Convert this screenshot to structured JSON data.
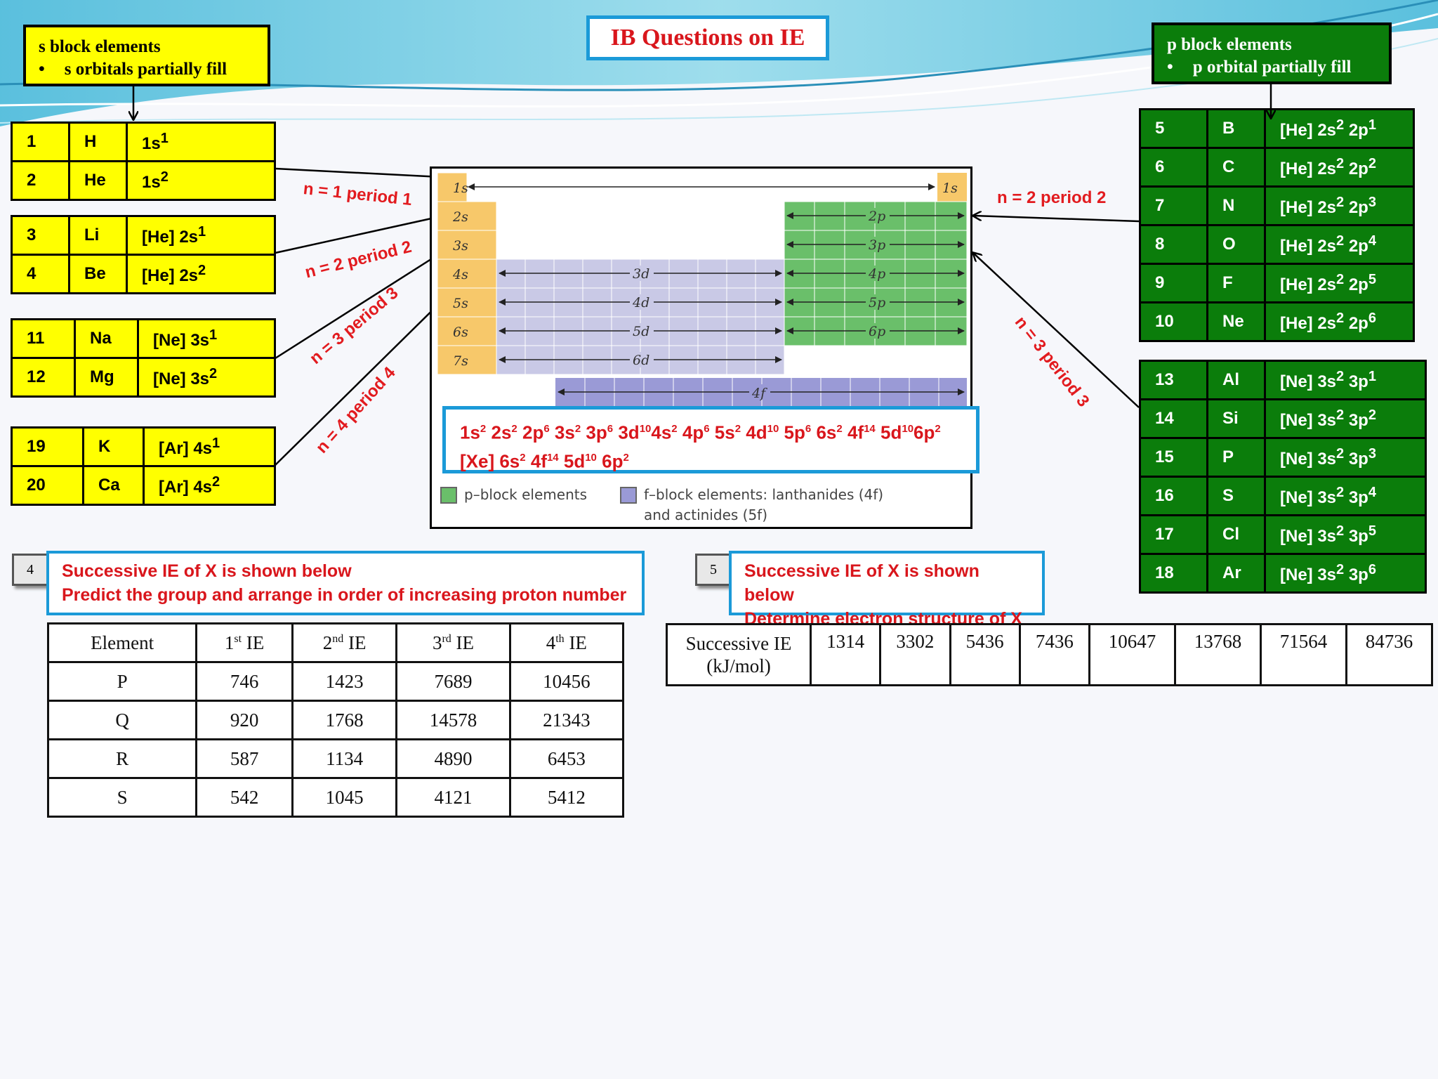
{
  "title": "IB Questions on IE",
  "s_block": {
    "title": "s block elements",
    "bullet": "s orbitals partially fill",
    "groups": [
      [
        {
          "z": "1",
          "sym": "H",
          "cfg": "1s",
          "sup": "1"
        },
        {
          "z": "2",
          "sym": "He",
          "cfg": "1s",
          "sup": "2"
        }
      ],
      [
        {
          "z": "3",
          "sym": "Li",
          "cfg": "[He] 2s",
          "sup": "1"
        },
        {
          "z": "4",
          "sym": "Be",
          "cfg": "[He] 2s",
          "sup": "2"
        }
      ],
      [
        {
          "z": "11",
          "sym": "Na",
          "cfg": "[Ne] 3s",
          "sup": "1"
        },
        {
          "z": "12",
          "sym": "Mg",
          "cfg": "[Ne] 3s",
          "sup": "2"
        }
      ],
      [
        {
          "z": "19",
          "sym": "K",
          "cfg": "[Ar]  4s",
          "sup": "1"
        },
        {
          "z": "20",
          "sym": "Ca",
          "cfg": "[Ar]  4s",
          "sup": "2"
        }
      ]
    ]
  },
  "p_block": {
    "title": "p block elements",
    "bullet": "p orbital partially fill",
    "period2": [
      {
        "z": "5",
        "sym": "B",
        "core": "[He] 2s",
        "s": "2",
        "p": " 2p",
        "pe": "1"
      },
      {
        "z": "6",
        "sym": "C",
        "core": "[He] 2s",
        "s": "2",
        "p": " 2p",
        "pe": "2"
      },
      {
        "z": "7",
        "sym": "N",
        "core": "[He] 2s",
        "s": "2",
        "p": " 2p",
        "pe": "3"
      },
      {
        "z": "8",
        "sym": "O",
        "core": "[He] 2s",
        "s": "2",
        "p": " 2p",
        "pe": "4"
      },
      {
        "z": "9",
        "sym": "F",
        "core": "[He] 2s",
        "s": "2",
        "p": " 2p",
        "pe": "5"
      },
      {
        "z": "10",
        "sym": "Ne",
        "core": "[He] 2s",
        "s": "2",
        "p": " 2p",
        "pe": "6"
      }
    ],
    "period3": [
      {
        "z": "13",
        "sym": "Al",
        "core": "[Ne] 3s",
        "s": "2",
        "p": " 3p",
        "pe": "1"
      },
      {
        "z": "14",
        "sym": "Si",
        "core": "[Ne] 3s",
        "s": "2",
        "p": " 3p",
        "pe": "2"
      },
      {
        "z": "15",
        "sym": "P",
        "core": "[Ne] 3s",
        "s": "2",
        "p": " 3p",
        "pe": "3"
      },
      {
        "z": "16",
        "sym": "S",
        "core": "[Ne] 3s",
        "s": "2",
        "p": " 3p",
        "pe": "4"
      },
      {
        "z": "17",
        "sym": "Cl",
        "core": "[Ne] 3s",
        "s": "2",
        "p": " 3p",
        "pe": "5"
      },
      {
        "z": "18",
        "sym": "Ar",
        "core": "[Ne] 3s",
        "s": "2",
        "p": " 3p",
        "pe": "6"
      }
    ]
  },
  "period_labels": {
    "l1": "n = 1 period 1",
    "l2": "n = 2 period 2",
    "l3": "n = 3 period 3",
    "l4": "n = 4 period 4",
    "r2": "n = 2 period 2",
    "r3": "n = 3 period 3"
  },
  "periodic_table": {
    "s_rows": [
      "1s",
      "2s",
      "3s",
      "4s",
      "5s",
      "6s",
      "7s"
    ],
    "d_rows": [
      "3d",
      "4d",
      "5d",
      "6d"
    ],
    "p_rows": [
      "2p",
      "3p",
      "4p",
      "5p",
      "6p"
    ],
    "f_row": "4f",
    "he": "1s",
    "legend": {
      "p": "p–block elements",
      "f_line1": "f–block elements: lanthanides (4f)",
      "f_line2": "and actinides (5f)"
    },
    "colors": {
      "s": "#f7c86a",
      "p": "#6abf6a",
      "d": "#c9c9e6",
      "f": "#9a9ad6"
    }
  },
  "config_box": {
    "full": [
      [
        "1s",
        "2"
      ],
      [
        " 2s",
        "2"
      ],
      [
        " 2p",
        "6"
      ],
      [
        " 3s",
        "2"
      ],
      [
        " 3p",
        "6"
      ],
      [
        " 3d",
        "10"
      ],
      [
        "4s",
        "2"
      ],
      [
        " 4p",
        "6"
      ],
      [
        " 5s",
        "2"
      ],
      [
        " 4d",
        "10"
      ],
      [
        " 5p",
        "6"
      ],
      [
        " 6s",
        "2"
      ],
      [
        " 4f",
        "14"
      ],
      [
        " 5d",
        "10"
      ],
      [
        "6p",
        "2"
      ]
    ],
    "short": [
      [
        "[Xe] 6s",
        "2"
      ],
      [
        " 4f",
        "14"
      ],
      [
        " 5d",
        "10"
      ],
      [
        " 6p",
        "2"
      ]
    ]
  },
  "q4": {
    "num": "4",
    "line1": "Successive IE of X is shown below",
    "line2": "Predict the group and arrange in order of increasing proton number",
    "headers": [
      {
        "n": "Element",
        "s": ""
      },
      {
        "n": "1",
        "s": "st",
        "t": " IE"
      },
      {
        "n": "2",
        "s": "nd",
        "t": " IE"
      },
      {
        "n": "3",
        "s": "rd",
        "t": " IE"
      },
      {
        "n": "4",
        "s": "th",
        "t": " IE"
      }
    ],
    "rows": [
      [
        "P",
        "746",
        "1423",
        "7689",
        "10456"
      ],
      [
        "Q",
        "920",
        "1768",
        "14578",
        "21343"
      ],
      [
        "R",
        "587",
        "1134",
        "4890",
        "6453"
      ],
      [
        "S",
        "542",
        "1045",
        "4121",
        "5412"
      ]
    ]
  },
  "q5": {
    "num": "5",
    "line1": "Successive IE of X is shown below",
    "line2": "Determine electron structure of X",
    "label1": "Successive IE",
    "label2": "(kJ/mol)",
    "values": [
      "1314",
      "3302",
      "5436",
      "7436",
      "10647",
      "13768",
      "71564",
      "84736"
    ]
  }
}
